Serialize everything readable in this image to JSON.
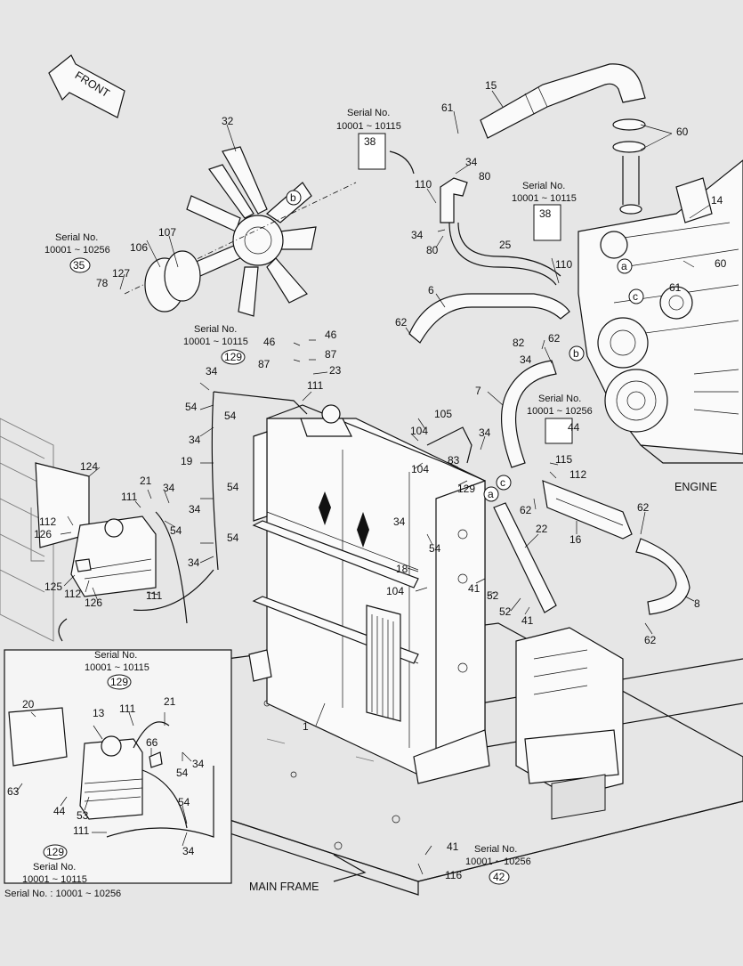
{
  "labels": {
    "front": "FRONT",
    "engine": "ENGINE",
    "main_frame": "MAIN FRAME",
    "footer_serial": "Serial No. : 10001 ~ 10256"
  },
  "serials": {
    "s1": {
      "line1": "Serial No.",
      "line2": "10001 ~ 10115",
      "ref": "38"
    },
    "s2": {
      "line1": "Serial No.",
      "line2": "10001 ~ 10115",
      "ref": "38"
    },
    "s3": {
      "line1": "Serial No.",
      "line2": "10001 ~ 10256",
      "ref": "35"
    },
    "s4": {
      "line1": "Serial No.",
      "line2": "10001 ~ 10115",
      "ref": "129"
    },
    "s5": {
      "line1": "Serial No.",
      "line2": "10001 ~ 10256",
      "ref": "44"
    },
    "s6": {
      "line1": "Serial No.",
      "line2": "10001 ~ 10256",
      "ref": "42"
    },
    "inset_top": {
      "line1": "Serial No.",
      "line2": "10001 ~ 10115",
      "ref": "129"
    },
    "inset_bottom": {
      "line1": "Serial No.",
      "line2": "10001 ~ 10115",
      "ref": "129"
    }
  },
  "callouts": {
    "c1": "a",
    "c2": "b",
    "c3": "c"
  },
  "parts": [
    "15",
    "61",
    "60",
    "34",
    "80",
    "110",
    "14",
    "60",
    "61",
    "25",
    "110",
    "34",
    "80",
    "32",
    "107",
    "106",
    "127",
    "78",
    "6",
    "62",
    "82",
    "62",
    "34",
    "7",
    "46",
    "46",
    "87",
    "87",
    "23",
    "111",
    "34",
    "54",
    "54",
    "34",
    "19",
    "54",
    "34",
    "54",
    "34",
    "105",
    "104",
    "104",
    "83",
    "129",
    "34",
    "44",
    "115",
    "112",
    "62",
    "16",
    "62",
    "8",
    "62",
    "22",
    "54",
    "18",
    "104",
    "41",
    "52",
    "52",
    "41",
    "34",
    "124",
    "112",
    "126",
    "125",
    "112",
    "126",
    "21",
    "111",
    "34",
    "54",
    "111",
    "1",
    "41",
    "116"
  ],
  "inset_parts": [
    "20",
    "13",
    "111",
    "21",
    "66",
    "54",
    "34",
    "63",
    "44",
    "53",
    "54",
    "111",
    "34"
  ]
}
